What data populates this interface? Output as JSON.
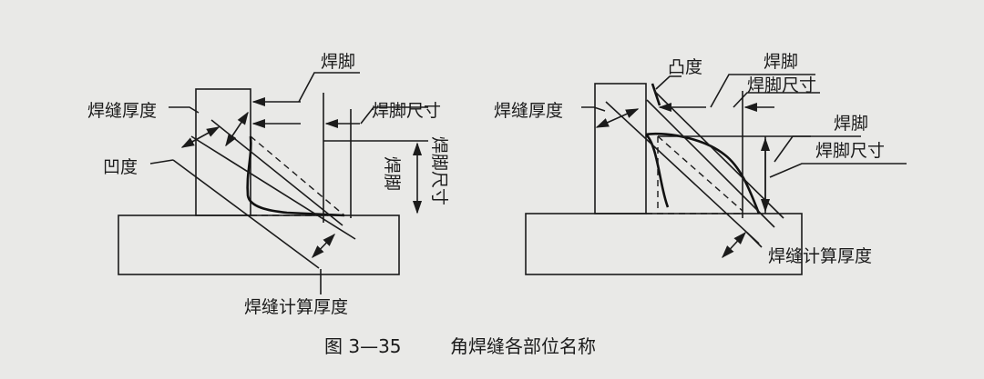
{
  "left": {
    "leg": "焊脚",
    "leg_size": "焊脚尺寸",
    "weld_thickness": "焊缝厚度",
    "concavity": "凹度",
    "leg_vertical": "焊脚",
    "leg_size_vertical": "焊脚尺寸",
    "calc_thickness": "焊缝计算厚度"
  },
  "right": {
    "convexity": "凸度",
    "leg_top": "焊脚",
    "leg_size_top": "焊脚尺寸",
    "weld_thickness": "焊缝厚度",
    "leg_mid": "焊脚",
    "leg_size_mid": "焊脚尺寸",
    "calc_thickness": "焊缝计算厚度"
  },
  "caption": {
    "number": "图 3—35",
    "title": "角焊缝各部位名称"
  }
}
